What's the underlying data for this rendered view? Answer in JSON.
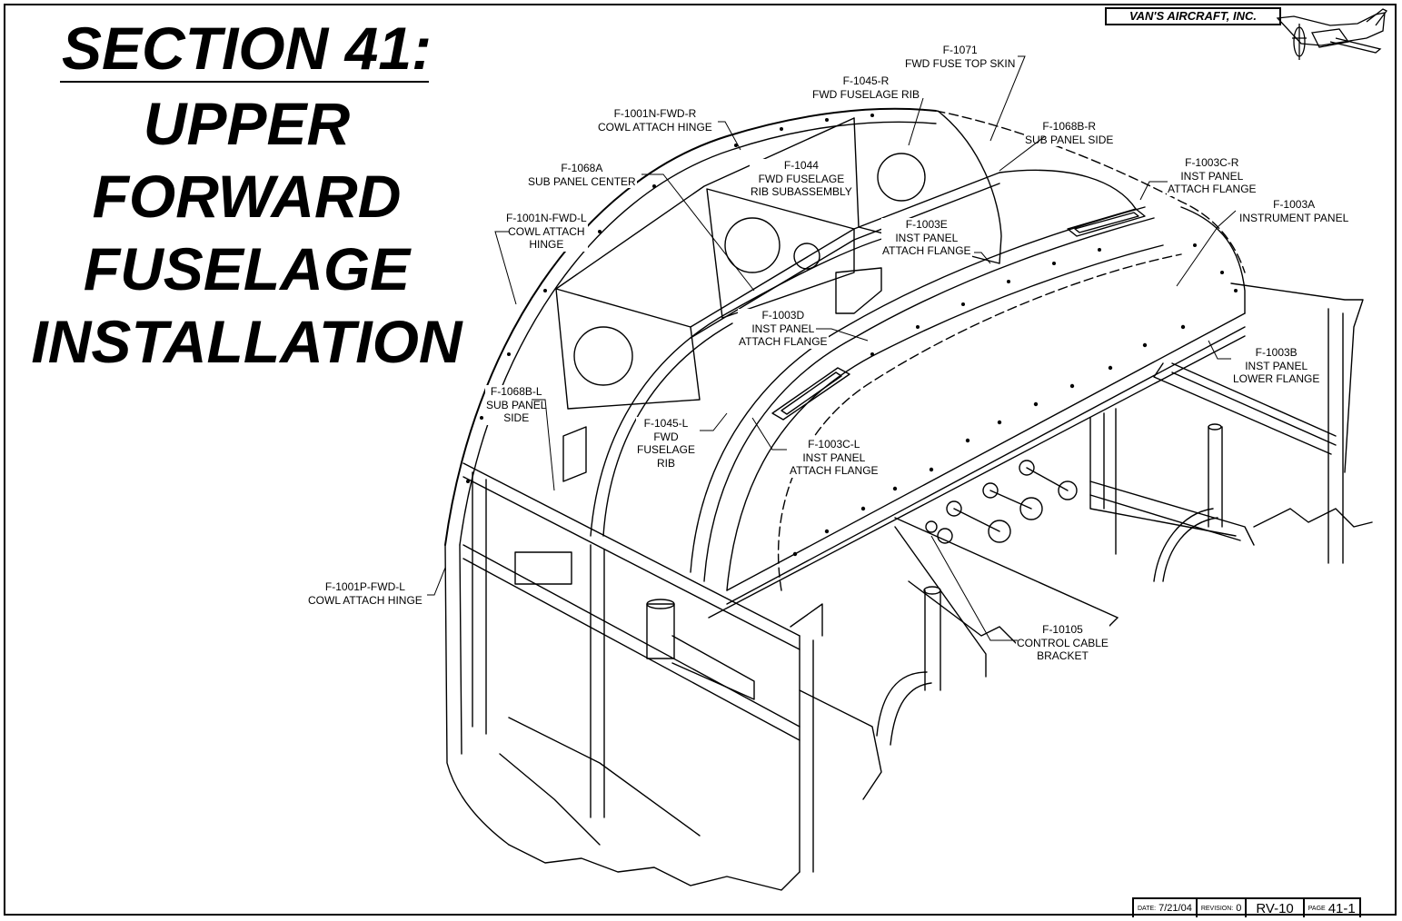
{
  "title": {
    "lines": [
      "SECTION 41:",
      "UPPER",
      "FORWARD",
      "FUSELAGE",
      "INSTALLATION"
    ]
  },
  "brand": "VAN'S AIRCRAFT, INC.",
  "labels": [
    {
      "id": "f1071",
      "lines": [
        "F-1071",
        "FWD FUSE TOP SKIN"
      ]
    },
    {
      "id": "f1045r",
      "lines": [
        "F-1045-R",
        "FWD FUSELAGE RIB"
      ]
    },
    {
      "id": "f1001nr",
      "lines": [
        "F-1001N-FWD-R",
        "COWL ATTACH HINGE"
      ]
    },
    {
      "id": "f1068br",
      "lines": [
        "F-1068B-R",
        "SUB PANEL SIDE"
      ]
    },
    {
      "id": "f1068a",
      "lines": [
        "F-1068A",
        "SUB PANEL CENTER"
      ]
    },
    {
      "id": "f1044",
      "lines": [
        "F-1044",
        "FWD FUSELAGE",
        "RIB SUBASSEMBLY"
      ]
    },
    {
      "id": "f1003cr",
      "lines": [
        "F-1003C-R",
        "INST PANEL",
        "ATTACH FLANGE"
      ]
    },
    {
      "id": "f1003a",
      "lines": [
        "F-1003A",
        "INSTRUMENT PANEL"
      ]
    },
    {
      "id": "f1001nl",
      "lines": [
        "F-1001N-FWD-L",
        "COWL ATTACH",
        "HINGE"
      ]
    },
    {
      "id": "f1003e",
      "lines": [
        "F-1003E",
        "INST PANEL",
        "ATTACH FLANGE"
      ]
    },
    {
      "id": "f1003d",
      "lines": [
        "F-1003D",
        "INST PANEL",
        "ATTACH FLANGE"
      ]
    },
    {
      "id": "f1003b",
      "lines": [
        "F-1003B",
        "INST PANEL",
        "LOWER FLANGE"
      ]
    },
    {
      "id": "f1068bl",
      "lines": [
        "F-1068B-L",
        "SUB PANEL",
        "SIDE"
      ]
    },
    {
      "id": "f1045l",
      "lines": [
        "F-1045-L",
        "FWD",
        "FUSELAGE",
        "RIB"
      ]
    },
    {
      "id": "f1003cl",
      "lines": [
        "F-1003C-L",
        "INST PANEL",
        "ATTACH FLANGE"
      ]
    },
    {
      "id": "f1001p",
      "lines": [
        "F-1001P-FWD-L",
        "COWL ATTACH HINGE"
      ]
    },
    {
      "id": "f10105",
      "lines": [
        "F-10105",
        "CONTROL CABLE",
        "BRACKET"
      ]
    }
  ],
  "title_block": {
    "date_caption": "DATE:",
    "date": "7/21/04",
    "revision_caption": "REVISION:",
    "revision": "0",
    "model": "RV-10",
    "page_caption": "PAGE",
    "page": "41-1"
  }
}
